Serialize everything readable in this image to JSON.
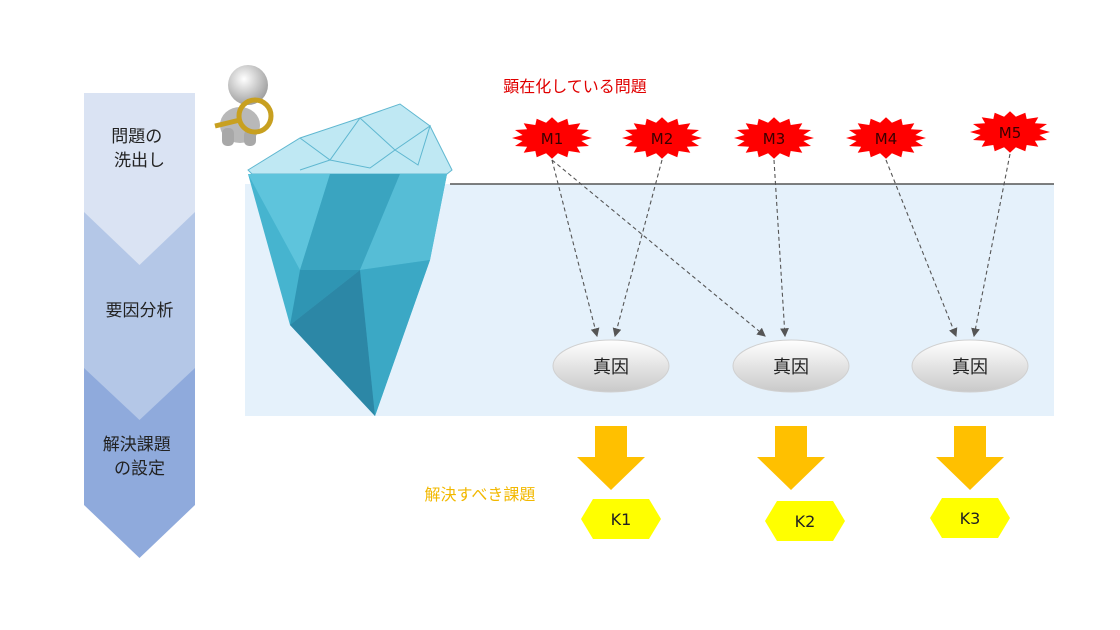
{
  "steps": [
    {
      "label_lines": [
        "問題の",
        "洗出し"
      ],
      "color": "#d9e2f3"
    },
    {
      "label_lines": [
        "要因分析"
      ],
      "color": "#b4c7e7"
    },
    {
      "label_lines": [
        "解決課題",
        "の設定"
      ],
      "color": "#8faadc"
    }
  ],
  "visible_problems": {
    "title": "顕在化している問題",
    "title_color": "#e00000",
    "items": [
      "M1",
      "M2",
      "M3",
      "M4",
      "M5"
    ],
    "badge_color": "#ff0000"
  },
  "true_causes": {
    "items": [
      "真因",
      "真因",
      "真因"
    ]
  },
  "issues": {
    "title": "解決すべき課題",
    "title_color": "#f2b800",
    "items": [
      "K1",
      "K2",
      "K3"
    ],
    "arrow_color": "#ffc000",
    "hex_color": "#ffff00"
  },
  "links": [
    {
      "from": "M1",
      "to": 0
    },
    {
      "from": "M1",
      "to": 1
    },
    {
      "from": "M2",
      "to": 0
    },
    {
      "from": "M3",
      "to": 1
    },
    {
      "from": "M4",
      "to": 2
    },
    {
      "from": "M5",
      "to": 2
    }
  ],
  "water_color": "#e5f1fb",
  "iceberg_color": "#46b4cf",
  "figure_icon": "person-with-magnifier-icon"
}
